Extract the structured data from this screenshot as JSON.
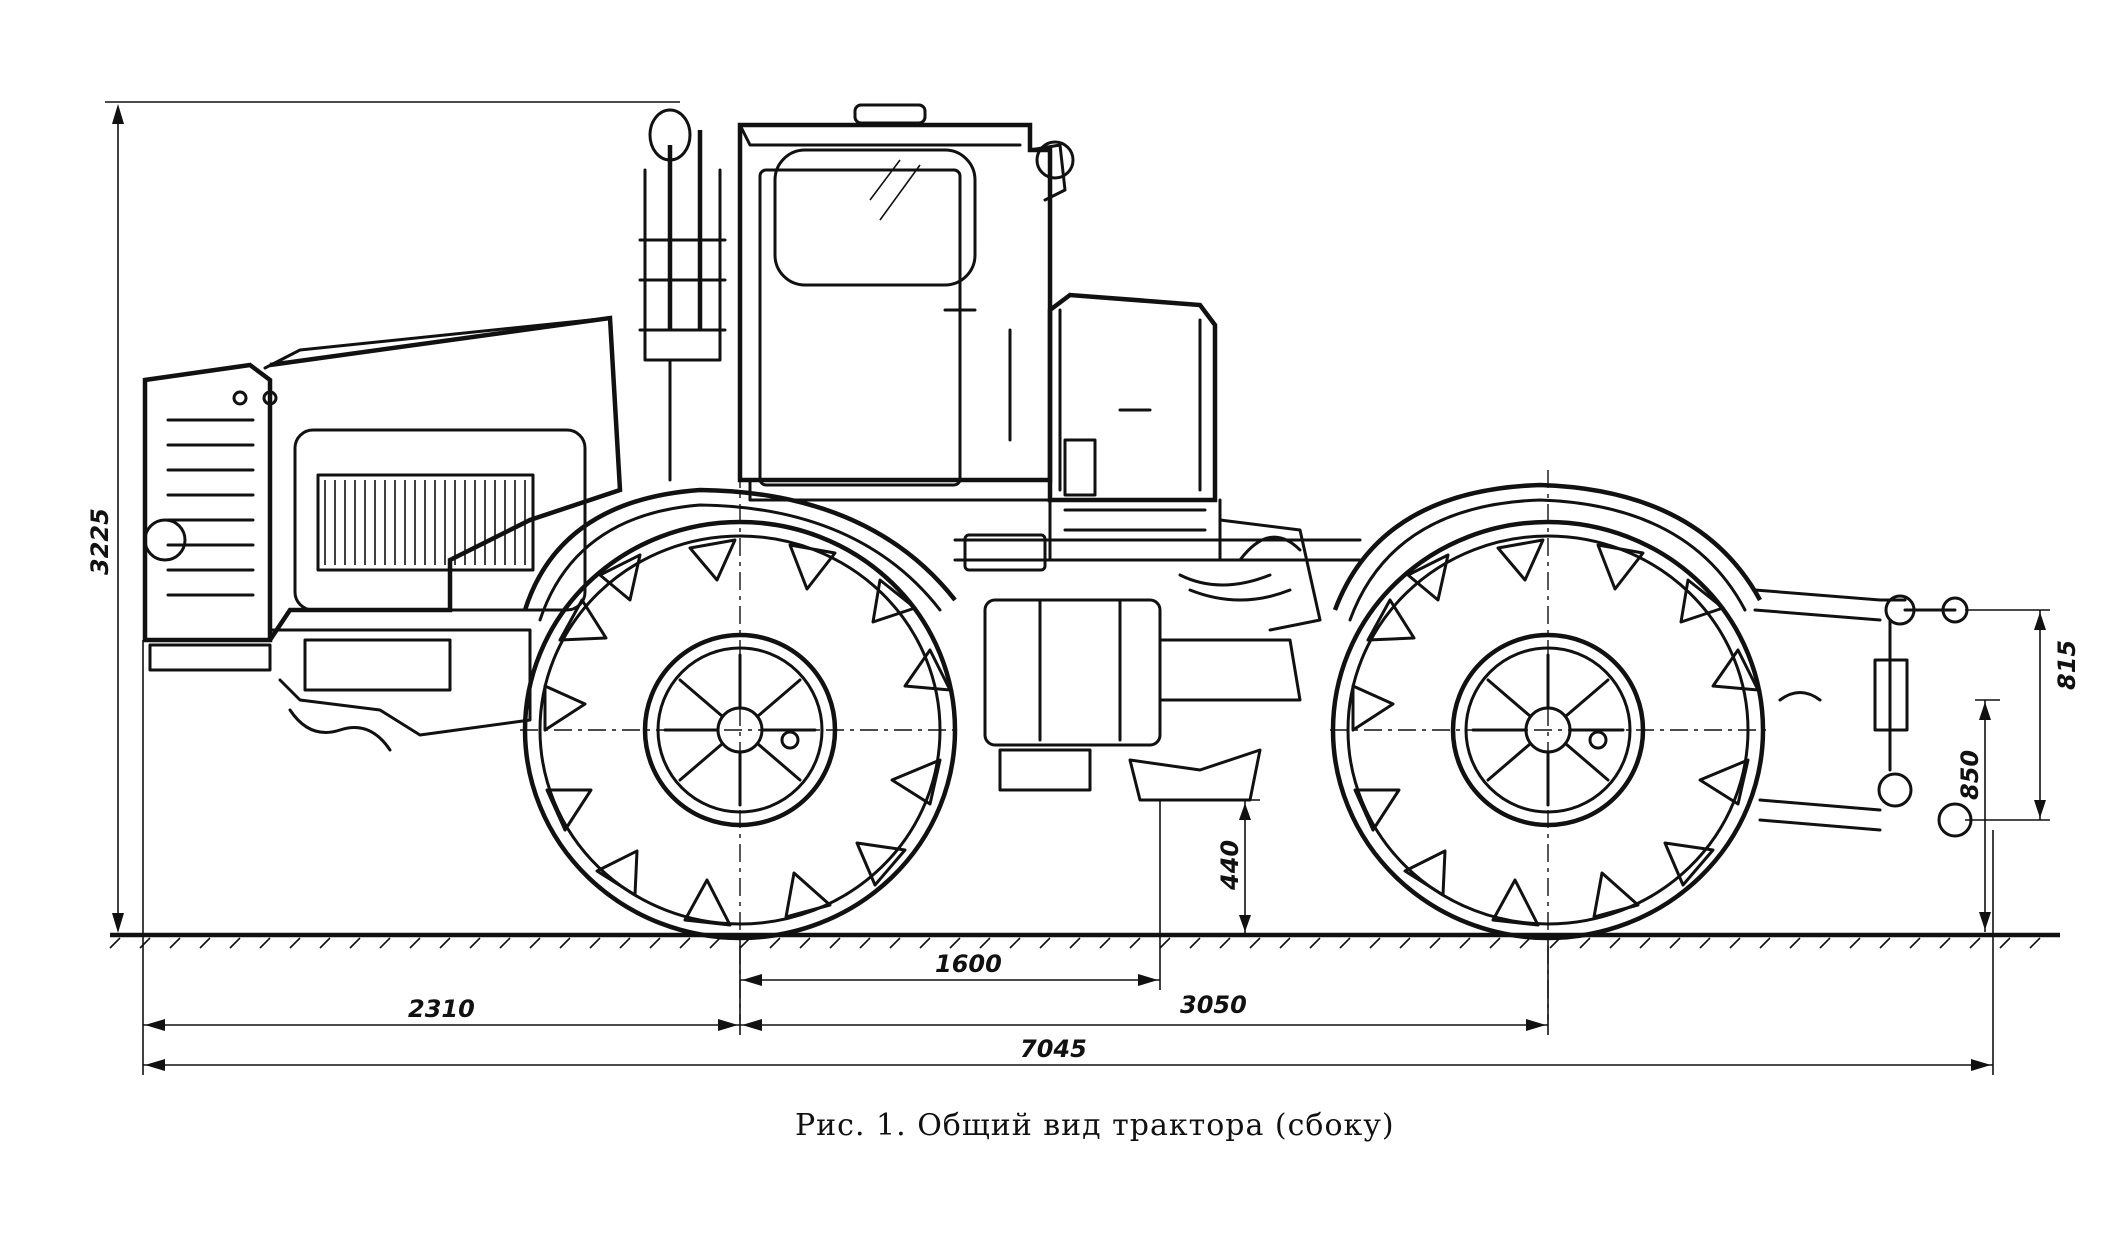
{
  "caption": "Рис. 1. Общий вид трактора (сбоку)",
  "dimensions": {
    "overall_height": "3225",
    "front_overhang": "2310",
    "front_axle_to_hitch": "1600",
    "wheelbase": "3050",
    "overall_length": "7045",
    "ground_clearance": "440",
    "hitch_height_upper": "815",
    "hitch_height_lower": "850"
  }
}
